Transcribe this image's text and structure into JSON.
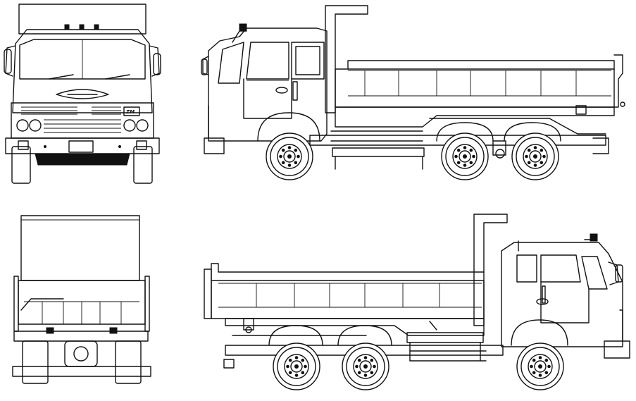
{
  "blueprint": {
    "views": [
      "front",
      "left-side",
      "rear",
      "right-side"
    ],
    "grille_badge": "ZM",
    "colors": {
      "line": "#111111",
      "background": "#ffffff"
    }
  }
}
